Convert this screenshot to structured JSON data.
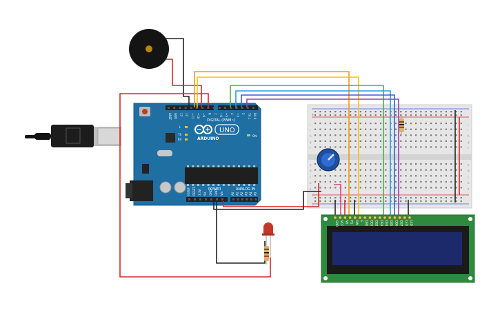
{
  "arduino": {
    "brand": "ARDUINO",
    "model": "UNO",
    "header_digital": "DIGITAL (PWM~)",
    "header_power": "POWER",
    "header_analog": "ANALOG IN",
    "label_on": "ON",
    "label_l": "L",
    "label_tx": "TX",
    "label_rx": "RX",
    "digital_pins": [
      "AREF",
      "GND",
      "13",
      "12",
      "~11",
      "~10",
      "~9",
      "8",
      "7",
      "~6",
      "~5",
      "4",
      "~3",
      "2",
      "TX 1",
      "RX 0"
    ],
    "power_pins": [
      "IOREF",
      "RESET",
      "3.3V",
      "5V",
      "GND",
      "GND",
      "Vin"
    ],
    "analog_pins": [
      "A0",
      "A1",
      "A2",
      "A3",
      "A4",
      "A5"
    ]
  },
  "lcd": {
    "pin_labels": [
      "GND",
      "VCC",
      "V0",
      "RS",
      "RW",
      "E",
      "DB0",
      "DB1",
      "DB2",
      "DB3",
      "DB4",
      "DB5",
      "DB6",
      "DB7",
      "LED",
      "LED"
    ]
  },
  "breadboard": {
    "row_letters": [
      "j",
      "i",
      "h",
      "g",
      "f",
      "e",
      "d",
      "c",
      "b",
      "a"
    ],
    "plus": "+",
    "minus": "-"
  },
  "colors": {
    "board": "#1f6fa3",
    "breadboard": "#e6e6e6",
    "wire_red": "#d62728",
    "wire_black": "#222222",
    "wire_orange": "#f39c12",
    "wire_yellow": "#f1c40f",
    "wire_green": "#4caf50",
    "wire_cyan": "#1f9ede",
    "wire_blue": "#3a5fcd",
    "wire_purple": "#8e44ad",
    "wire_pink": "#e0447f",
    "lcd_pcb": "#2e8b3e",
    "lcd_screen": "#1c2a6b",
    "led": "#c0392b"
  },
  "components": [
    "piezo-buzzer",
    "usb-cable",
    "arduino-uno",
    "breadboard",
    "potentiometer",
    "resistor",
    "led",
    "lcd-16x2"
  ]
}
